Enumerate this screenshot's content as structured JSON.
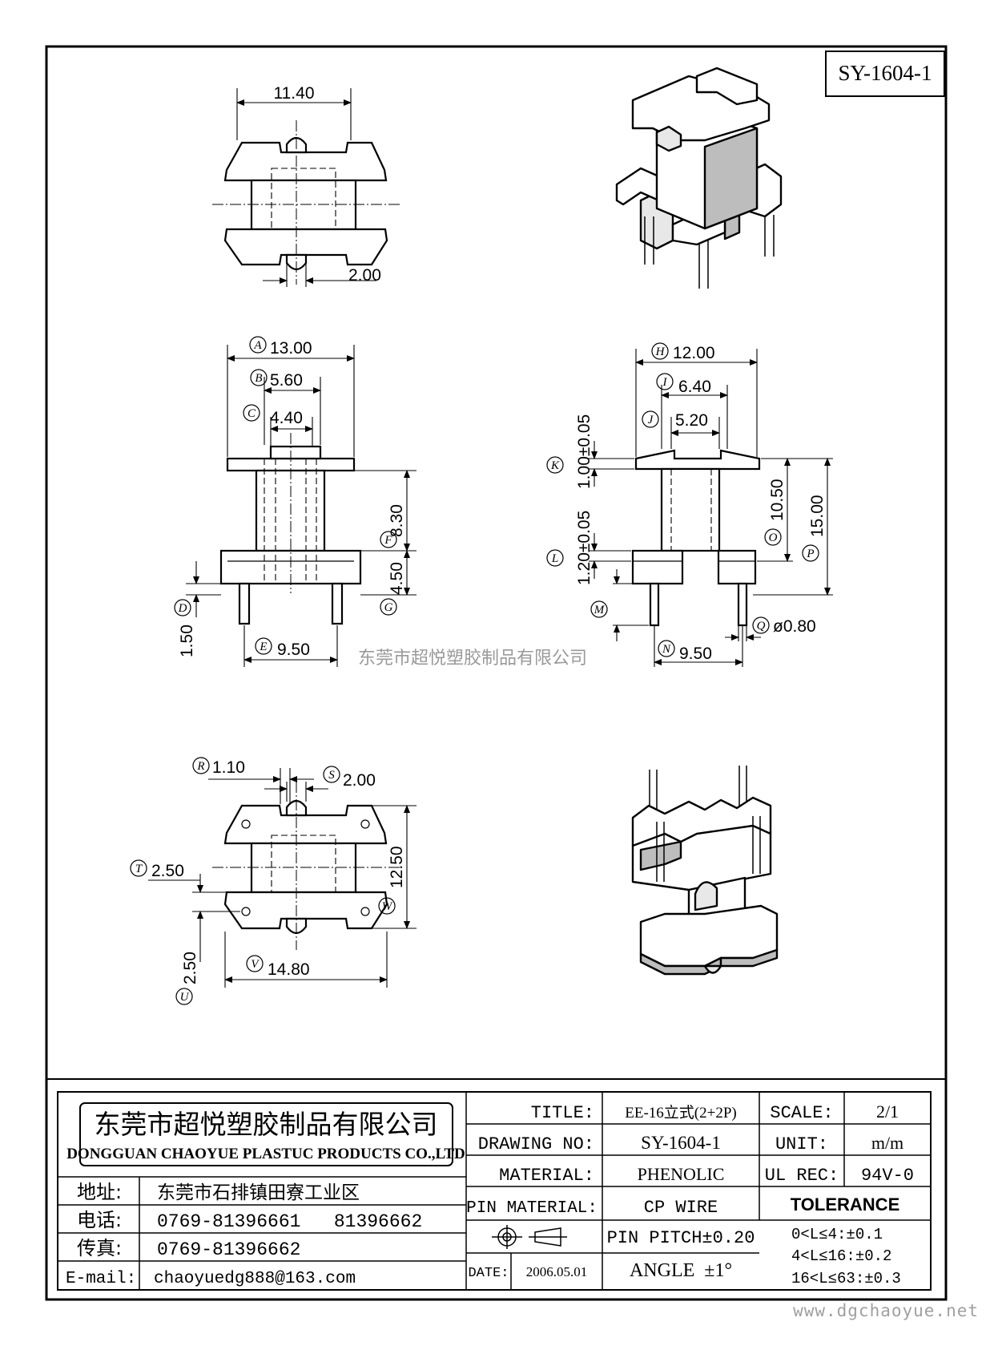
{
  "drawing_id": "SY-1604-1",
  "watermark": "东莞市超悦塑胶制品有限公司",
  "site_url": "www.dgchaoyue.net",
  "views": {
    "top": {
      "width": "11.40",
      "slot": "2.00"
    },
    "front": {
      "A": "A",
      "A_val": "13.00",
      "B": "B",
      "B_val": "5.60",
      "C": "C",
      "C_val": "4.40",
      "F": "F",
      "F_val": "8.30",
      "G": "G",
      "G_val": "4.50",
      "D": "D",
      "D_val": "1.50",
      "E": "E",
      "E_val": "9.50"
    },
    "side": {
      "H": "H",
      "H_val": "12.00",
      "I": "I",
      "I_val": "6.40",
      "J": "J",
      "J_val": "5.20",
      "K": "K",
      "K_val": "1.00±0.05",
      "L": "L",
      "L_val": "1.20±0.05",
      "M": "M",
      "O": "O",
      "O_val": "10.50",
      "P": "P",
      "P_val": "15.00",
      "Q": "Q",
      "Q_val": "ø0.80",
      "N": "N",
      "N_val": "9.50"
    },
    "bottom": {
      "R": "R",
      "R_val": "1.10",
      "S": "S",
      "S_val": "2.00",
      "T": "T",
      "T_val": "2.50",
      "U": "U",
      "U_val": "2.50",
      "V": "V",
      "V_val": "14.80",
      "W": "W",
      "W_val": "12.50"
    }
  },
  "title_block": {
    "company_cn": "东莞市超悦塑胶制品有限公司",
    "company_en": "DONGGUAN CHAOYUE PLASTUC PRODUCTS CO.,LTD",
    "address_label": "地址:",
    "address": "东莞市石排镇田寮工业区",
    "phone_label": "电话:",
    "phone": "0769-81396661   81396662",
    "fax_label": "传真:",
    "fax": "0769-81396662",
    "email_label": "E-mail:",
    "email": "chaoyuedg888@163.com",
    "title_label": "TITLE:",
    "title": "EE-16立式(2+2P)",
    "scale_label": "SCALE:",
    "scale": "2/1",
    "drawing_no_label": "DRAWING NO:",
    "drawing_no": "SY-1604-1",
    "unit_label": "UNIT:",
    "unit": "m/m",
    "material_label": "MATERIAL:",
    "material": "PHENOLIC",
    "ul_label": "UL REC:",
    "ul": "94V-0",
    "pin_material_label": "PIN MATERIAL:",
    "pin_material": "CP WIRE",
    "tolerance_label": "TOLERANCE",
    "pin_pitch": "PIN PITCH±0.20",
    "tol_1": "0<L≤4:±0.1",
    "tol_2": "4<L≤16:±0.2",
    "tol_3": "16<L≤63:±0.3",
    "angle": "ANGLE  ±1°",
    "date_label": "DATE:",
    "date": "2006.05.01"
  }
}
